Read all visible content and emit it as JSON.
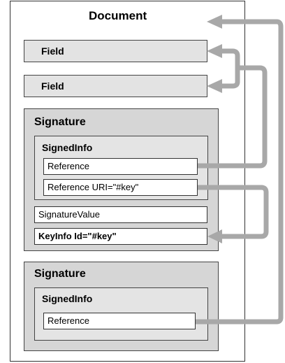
{
  "document": {
    "title": "Document"
  },
  "fields": [
    {
      "label": "Field"
    },
    {
      "label": "Field"
    }
  ],
  "signature1": {
    "title": "Signature",
    "signed_info": {
      "title": "SignedInfo",
      "references": [
        {
          "label": "Reference"
        },
        {
          "label": "Reference URI=\"#key\""
        }
      ]
    },
    "signature_value": "SignatureValue",
    "key_info": "KeyInfo  Id=\"#key\""
  },
  "signature2": {
    "title": "Signature",
    "signed_info": {
      "title": "SignedInfo",
      "references": [
        {
          "label": "Reference"
        }
      ]
    }
  },
  "colors": {
    "arrow": "#a8a8a8",
    "signature_fill": "#d6d6d6",
    "field_fill": "#e3e3e3",
    "border": "#333333"
  }
}
